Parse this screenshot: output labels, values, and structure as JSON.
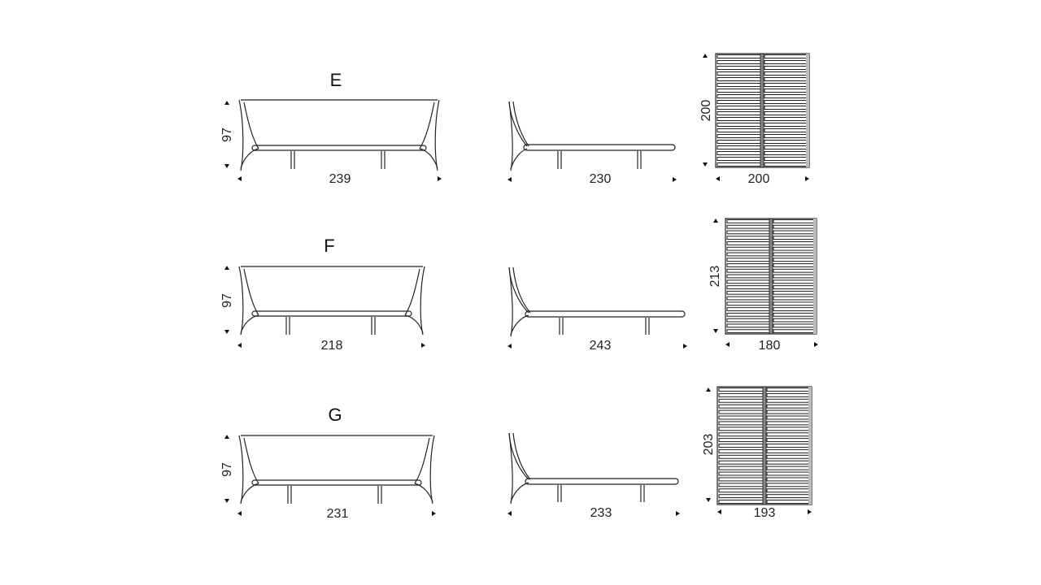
{
  "rows": [
    {
      "letter": "E",
      "height": "97",
      "front_width": "239",
      "side_length": "230",
      "slat_height": "200",
      "slat_width": "200"
    },
    {
      "letter": "F",
      "height": "97",
      "front_width": "218",
      "side_length": "243",
      "slat_height": "213",
      "slat_width": "180"
    },
    {
      "letter": "G",
      "height": "97",
      "front_width": "231",
      "side_length": "233",
      "slat_height": "203",
      "slat_width": "193"
    }
  ]
}
